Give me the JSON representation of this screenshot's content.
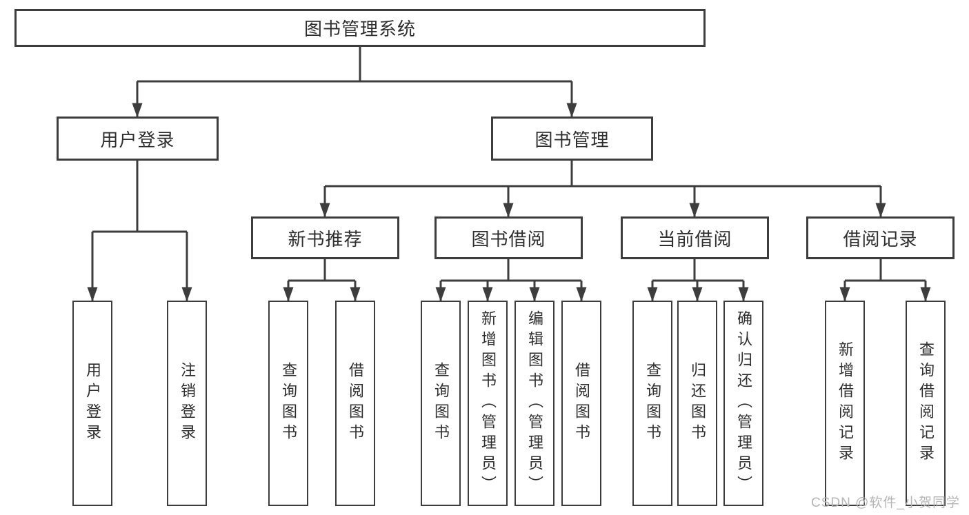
{
  "diagram_title": "图书管理系统",
  "nodes": {
    "root": {
      "label": "图书管理系统"
    },
    "user_login": {
      "label": "用户登录"
    },
    "book_mgmt": {
      "label": "图书管理"
    },
    "new_book_rec": {
      "label": "新书推荐"
    },
    "book_borrow": {
      "label": "图书借阅"
    },
    "current_borrow": {
      "label": "当前借阅"
    },
    "borrow_record": {
      "label": "借阅记录"
    },
    "leaf_user_login": {
      "label": "用户登录"
    },
    "leaf_logout": {
      "label": "注销登录"
    },
    "rec_query_book": {
      "label": "查询图书"
    },
    "rec_borrow_book": {
      "label": "借阅图书"
    },
    "bor_query_book": {
      "label": "查询图书"
    },
    "bor_add_book": {
      "label": "新增图书（管理员）"
    },
    "bor_edit_book": {
      "label": "编辑图书（管理员）"
    },
    "bor_borrow_book": {
      "label": "借阅图书"
    },
    "cur_query_book": {
      "label": "查询图书"
    },
    "cur_return_book": {
      "label": "归还图书"
    },
    "cur_confirm_return": {
      "label": "确认归还（管理员）"
    },
    "log_add_record": {
      "label": "新增借阅记录"
    },
    "log_query_record": {
      "label": "查询借阅记录"
    }
  },
  "edges": [
    [
      "root",
      "user_login"
    ],
    [
      "root",
      "book_mgmt"
    ],
    [
      "user_login",
      "leaf_user_login"
    ],
    [
      "user_login",
      "leaf_logout"
    ],
    [
      "book_mgmt",
      "new_book_rec"
    ],
    [
      "book_mgmt",
      "book_borrow"
    ],
    [
      "book_mgmt",
      "current_borrow"
    ],
    [
      "book_mgmt",
      "borrow_record"
    ],
    [
      "new_book_rec",
      "rec_query_book"
    ],
    [
      "new_book_rec",
      "rec_borrow_book"
    ],
    [
      "book_borrow",
      "bor_query_book"
    ],
    [
      "book_borrow",
      "bor_add_book"
    ],
    [
      "book_borrow",
      "bor_edit_book"
    ],
    [
      "book_borrow",
      "bor_borrow_book"
    ],
    [
      "current_borrow",
      "cur_query_book"
    ],
    [
      "current_borrow",
      "cur_return_book"
    ],
    [
      "current_borrow",
      "cur_confirm_return"
    ],
    [
      "borrow_record",
      "log_add_record"
    ],
    [
      "borrow_record",
      "log_query_record"
    ]
  ],
  "watermark": {
    "text": "CSDN @软件_小贺同学",
    "color": "#b5b5b5"
  },
  "colors": {
    "line": "#3d3d3d",
    "text": "#2e2e2e",
    "background": "#ffffff"
  }
}
